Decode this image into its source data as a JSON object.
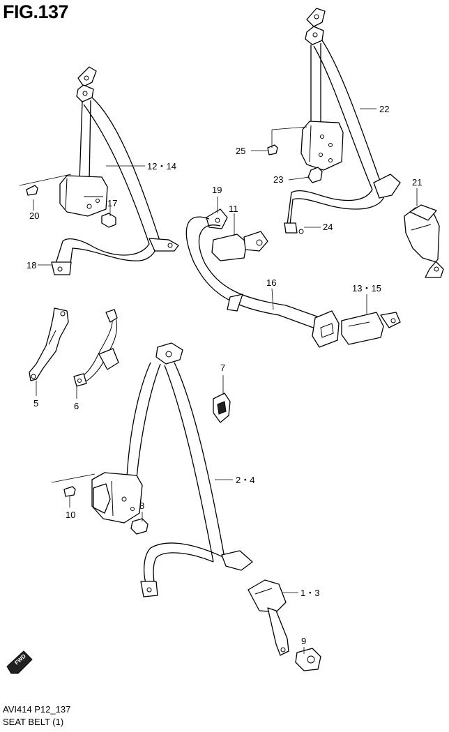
{
  "figure": {
    "title": "FIG.137",
    "code": "AVI414 P12_137",
    "name": "SEAT BELT (1)",
    "fwd_label": "FWD"
  },
  "callouts": {
    "c1_3": "1・3",
    "c2_4": "2・4",
    "c5": "5",
    "c6": "6",
    "c7": "7",
    "c8": "8",
    "c9": "9",
    "c10": "10",
    "c11": "11",
    "c12_14": "12・14",
    "c13_15": "13・15",
    "c16": "16",
    "c17": "17",
    "c18": "18",
    "c19": "19",
    "c20": "20",
    "c21": "21",
    "c22": "22",
    "c23": "23",
    "c24": "24",
    "c25": "25"
  }
}
